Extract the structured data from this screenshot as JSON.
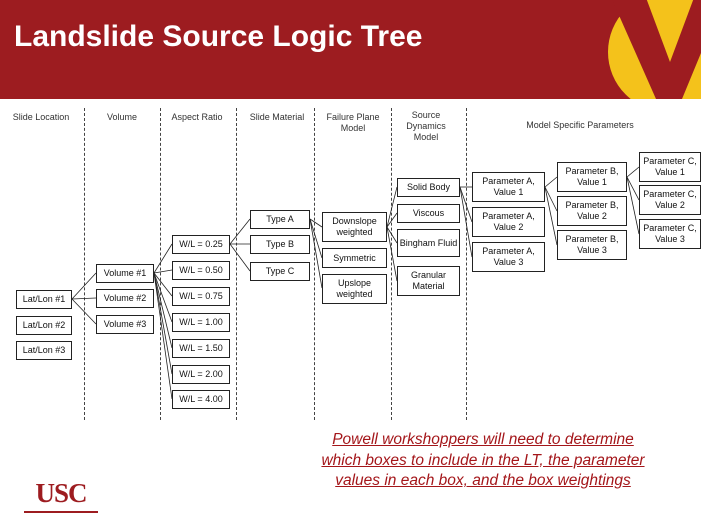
{
  "slide": {
    "title": "Landslide Source Logic Tree",
    "note": "Powell workshoppers will need to determine which boxes to include in the LT, the parameter values in each box, and the box weightings",
    "logo_text": "USC",
    "colors": {
      "header": "#9d1c20",
      "logo_gold": "#f4c21b",
      "note": "#a4161a"
    }
  },
  "columns": {
    "slide_location": "Slide Location",
    "volume": "Volume",
    "aspect_ratio": "Aspect Ratio",
    "slide_material": "Slide Material",
    "failure_plane": "Failure Plane Model",
    "source_dynamics": "Source Dynamics Model",
    "model_params": "Model Specific Parameters"
  },
  "boxes": {
    "location": [
      "Lat/Lon #1",
      "Lat/Lon #2",
      "Lat/Lon #3"
    ],
    "volume": [
      "Volume #1",
      "Volume #2",
      "Volume #3"
    ],
    "aspect": [
      "W/L = 0.25",
      "W/L = 0.50",
      "W/L = 0.75",
      "W/L = 1.00",
      "W/L = 1.50",
      "W/L = 2.00",
      "W/L = 4.00"
    ],
    "material": [
      "Type A",
      "Type B",
      "Type C"
    ],
    "failure": [
      "Downslope weighted",
      "Symmetric",
      "Upslope weighted"
    ],
    "dynamics": [
      "Solid Body",
      "Viscous",
      "Bingham Fluid",
      "Granular Material"
    ],
    "param_a": [
      "Parameter A, Value 1",
      "Parameter A, Value 2",
      "Parameter A, Value 3"
    ],
    "param_b": [
      "Parameter B, Value 1",
      "Parameter B, Value 2",
      "Parameter B, Value 3"
    ],
    "param_c": [
      "Parameter C, Value 1",
      "Parameter C, Value 2",
      "Parameter C, Value 3"
    ]
  }
}
